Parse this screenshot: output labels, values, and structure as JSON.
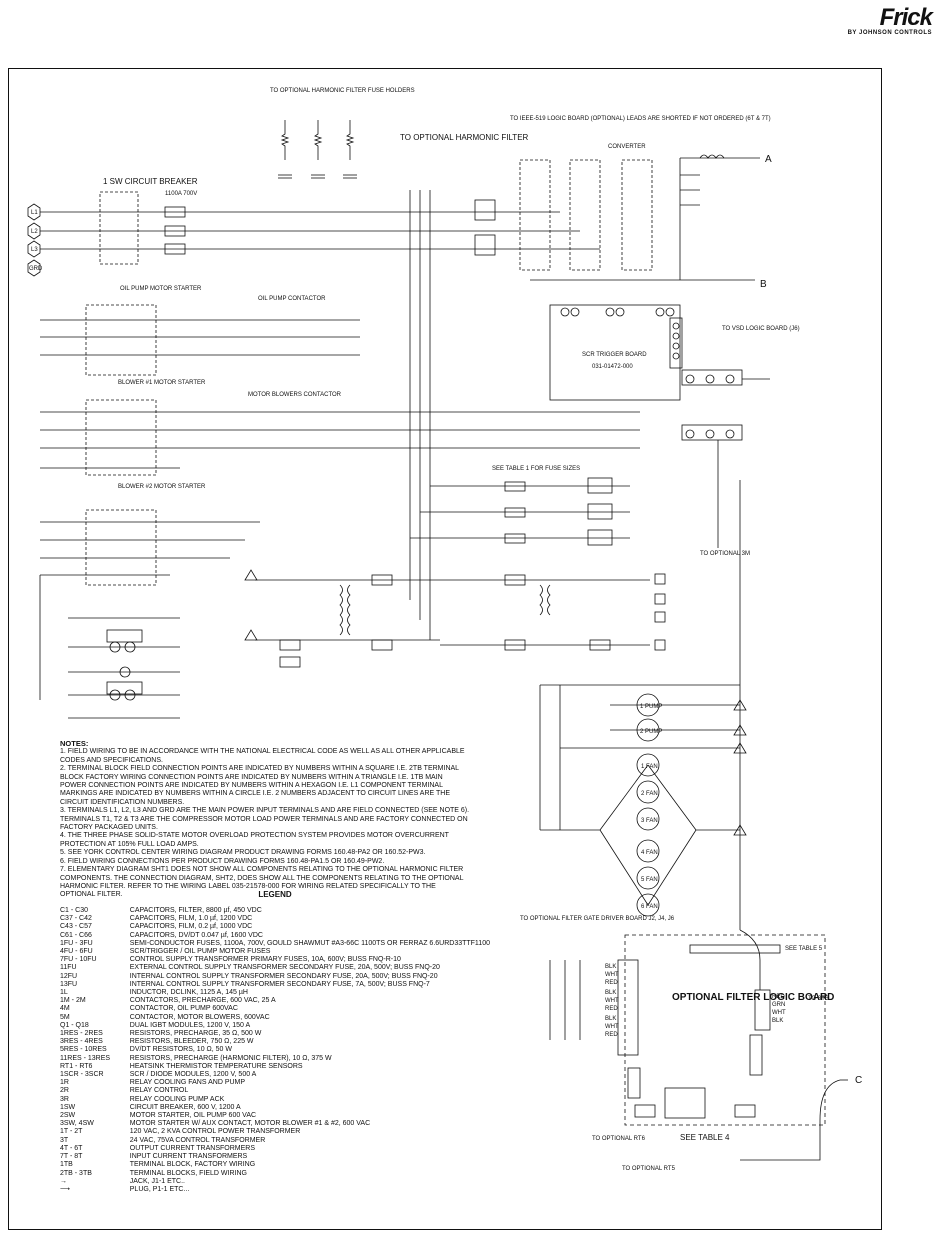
{
  "brand": {
    "name": "Frick",
    "subtitle": "BY JOHNSON CONTROLS"
  },
  "labels": {
    "harmonic_fuse": "TO OPTIONAL HARMONIC FILTER FUSE HOLDERS",
    "optional_filter": "TO OPTIONAL HARMONIC FILTER",
    "ieee_board": "TO IEEE-519 LOGIC BOARD (OPTIONAL) LEADS ARE SHORTED IF NOT ORDERED (6T & 7T)",
    "converter": "CONVERTER",
    "circuit_breaker": "1 SW CIRCUIT BREAKER",
    "rating": "1100A 700V",
    "oil_pump_starter": "OIL PUMP MOTOR STARTER",
    "oil_pump_contactor": "OIL PUMP CONTACTOR",
    "blower1_starter": "BLOWER #1 MOTOR STARTER",
    "motor_blowers_contactor": "MOTOR BLOWERS CONTACTOR",
    "blower2_starter": "BLOWER #2 MOTOR STARTER",
    "scr_trigger_board": "SCR TRIGGER BOARD",
    "scr_part": "031-01472-000",
    "to_vsd": "TO VSD LOGIC BOARD (J6)",
    "see_table1": "SEE TABLE 1 FOR FUSE SIZES",
    "to_optional_3m": "TO OPTIONAL 3M",
    "to_optional_filter_gate": "TO OPTIONAL FILTER GATE DRIVER BOARD J2, J4, J6",
    "optional_filter_logic": "OPTIONAL FILTER LOGIC BOARD",
    "see_table5": "SEE TABLE 5",
    "to_3tb": "TO 3TB",
    "see_table4": "SEE TABLE 4",
    "to_optional_rt6": "TO OPTIONAL RT6",
    "to_optional_rt5": "TO OPTIONAL RT5",
    "point_a": "A",
    "point_b": "B",
    "point_c": "C",
    "pump1": "1 PUMP",
    "pump2": "2 PUMP",
    "fans": [
      "1 FAN",
      "2 FAN",
      "3 FAN",
      "4 FAN",
      "5 FAN",
      "6 FAN"
    ],
    "wire_colors": [
      "BLK",
      "WHT",
      "RED",
      "BLK",
      "WHT",
      "RED",
      "BLK",
      "WHT",
      "RED"
    ],
    "j8_colors": [
      "RED",
      "GRN",
      "WHT",
      "BLK"
    ],
    "terminals": [
      "L1",
      "L2",
      "L3",
      "GRD"
    ]
  },
  "notes": {
    "header": "NOTES:",
    "items": [
      "1. FIELD WIRING TO BE IN ACCORDANCE WITH THE NATIONAL ELECTRICAL CODE AS WELL AS ALL OTHER APPLICABLE CODES AND SPECIFICATIONS.",
      "2. TERMINAL BLOCK FIELD CONNECTION POINTS ARE INDICATED BY NUMBERS WITHIN A SQUARE I.E. 2TB TERMINAL BLOCK FACTORY WIRING CONNECTION POINTS ARE INDICATED BY NUMBERS WITHIN A TRIANGLE I.E. 1TB MAIN POWER CONNECTION POINTS ARE INDICATED BY NUMBERS WITHIN A HEXAGON I.E. L1 COMPONENT TERMINAL MARKINGS ARE INDICATED BY NUMBERS WITHIN A CIRCLE I.E. 2 NUMBERS ADJACENT TO CIRCUIT LINES ARE THE CIRCUIT IDENTIFICATION NUMBERS.",
      "3. TERMINALS L1, L2, L3 AND GRD ARE THE MAIN POWER INPUT TERMINALS AND ARE FIELD CONNECTED (SEE NOTE 6). TERMINALS T1, T2 & T3 ARE THE COMPRESSOR MOTOR LOAD POWER TERMINALS AND ARE FACTORY CONNECTED ON FACTORY PACKAGED UNITS.",
      "4. THE THREE PHASE SOLID-STATE MOTOR OVERLOAD PROTECTION SYSTEM PROVIDES MOTOR OVERCURRENT PROTECTION AT 105% FULL LOAD AMPS.",
      "5. SEE YORK CONTROL CENTER WIRING DIAGRAM PRODUCT DRAWING FORMS 160.48-PA2 OR 160.52-PW3.",
      "6. FIELD WIRING CONNECTIONS PER PRODUCT DRAWING FORMS 160.48-PA1.5 OR 160.49-PW2.",
      "7. ELEMENTARY DIAGRAM SHT1 DOES NOT SHOW ALL COMPONENTS RELATING TO THE OPTIONAL HARMONIC FILTER COMPONENTS. THE CONNECTION DIAGRAM, SHT2, DOES SHOW ALL THE COMPONENTS RELATING TO THE OPTIONAL HARMONIC FILTER. REFER TO THE WIRING LABEL 035-21578-000 FOR WIRING RELATED SPECIFICALLY TO THE OPTIONAL FILTER."
    ]
  },
  "legend": {
    "title": "LEGEND",
    "rows": [
      [
        "C1 - C30",
        "CAPACITORS, FILTER, 8800 µf, 450 VDC"
      ],
      [
        "C37 - C42",
        "CAPACITORS, FILM, 1.0 µf, 1200 VDC"
      ],
      [
        "C43 - C57",
        "CAPACITORS, FILM, 0.2 µf, 1000 VDC"
      ],
      [
        "C61 - C66",
        "CAPACITORS, DV/DT 0.047 µf, 1600 VDC"
      ],
      [
        "1FU - 3FU",
        "SEMI-CONDUCTOR FUSES, 1100A, 700V, GOULD SHAWMUT #A3-66C 1100TS OR FERRAZ 6.6URD33TTF1100"
      ],
      [
        "4FU - 6FU",
        "SCR/TRIGGER / OIL PUMP MOTOR FUSES"
      ],
      [
        "7FU - 10FU",
        "CONTROL SUPPLY TRANSFORMER PRIMARY FUSES, 10A, 600V; BUSS FNQ-R-10"
      ],
      [
        "11FU",
        "EXTERNAL CONTROL SUPPLY TRANSFORMER SECONDARY FUSE, 20A, 500V; BUSS FNQ-20"
      ],
      [
        "12FU",
        "INTERNAL CONTROL SUPPLY TRANSFORMER SECONDARY FUSE, 20A, 500V; BUSS FNQ-20"
      ],
      [
        "13FU",
        "INTERNAL CONTROL SUPPLY TRANSFORMER SECONDARY FUSE, 7A, 500V; BUSS FNQ-7"
      ],
      [
        "1L",
        "INDUCTOR, DCLINK, 1125 A, 145 µH"
      ],
      [
        "1M - 2M",
        "CONTACTORS, PRECHARGE, 600 VAC, 25 A"
      ],
      [
        "4M",
        "CONTACTOR, OIL PUMP 600VAC"
      ],
      [
        "5M",
        "CONTACTOR, MOTOR BLOWERS, 600VAC"
      ],
      [
        "Q1 - Q18",
        "DUAL IGBT MODULES, 1200 V, 150 A"
      ],
      [
        "1RES - 2RES",
        "RESISTORS, PRECHARGE, 35 Ω, 500 W"
      ],
      [
        "3RES - 4RES",
        "RESISTORS, BLEEDER, 750 Ω, 225 W"
      ],
      [
        "5RES - 10RES",
        "DV/DT RESISTORS, 10 Ω, 50 W"
      ],
      [
        "11RES - 13RES",
        "RESISTORS, PRECHARGE (HARMONIC FILTER), 10 Ω, 375 W"
      ],
      [
        "RT1 - RT6",
        "HEATSINK THERMISTOR TEMPERATURE SENSORS"
      ],
      [
        "1SCR - 3SCR",
        "SCR / DIODE MODULES, 1200 V, 500 A"
      ],
      [
        "1R",
        "RELAY COOLING FANS AND PUMP"
      ],
      [
        "2R",
        "RELAY CONTROL"
      ],
      [
        "3R",
        "RELAY COOLING PUMP ACK"
      ],
      [
        "1SW",
        "CIRCUIT BREAKER, 600 V, 1200 A"
      ],
      [
        "2SW",
        "MOTOR STARTER, OIL PUMP 600 VAC"
      ],
      [
        "3SW, 4SW",
        "MOTOR STARTER W/ AUX CONTACT, MOTOR BLOWER #1 & #2, 600 VAC"
      ],
      [
        "1T - 2T",
        "120 VAC, 2 KVA CONTROL POWER TRANSFORMER"
      ],
      [
        "3T",
        "24 VAC, 75VA CONTROL TRANSFORMER"
      ],
      [
        "4T - 6T",
        "OUTPUT CURRENT TRANSFORMERS"
      ],
      [
        "7T - 8T",
        "INPUT CURRENT TRANSFORMERS"
      ],
      [
        "1TB",
        "TERMINAL BLOCK, FACTORY WIRING"
      ],
      [
        "2TB - 3TB",
        "TERMINAL BLOCKS, FIELD WIRING"
      ],
      [
        "→",
        "JACK, J1-1 ETC.."
      ],
      [
        "⟶",
        "PLUG, P1-1 ETC..."
      ]
    ]
  }
}
